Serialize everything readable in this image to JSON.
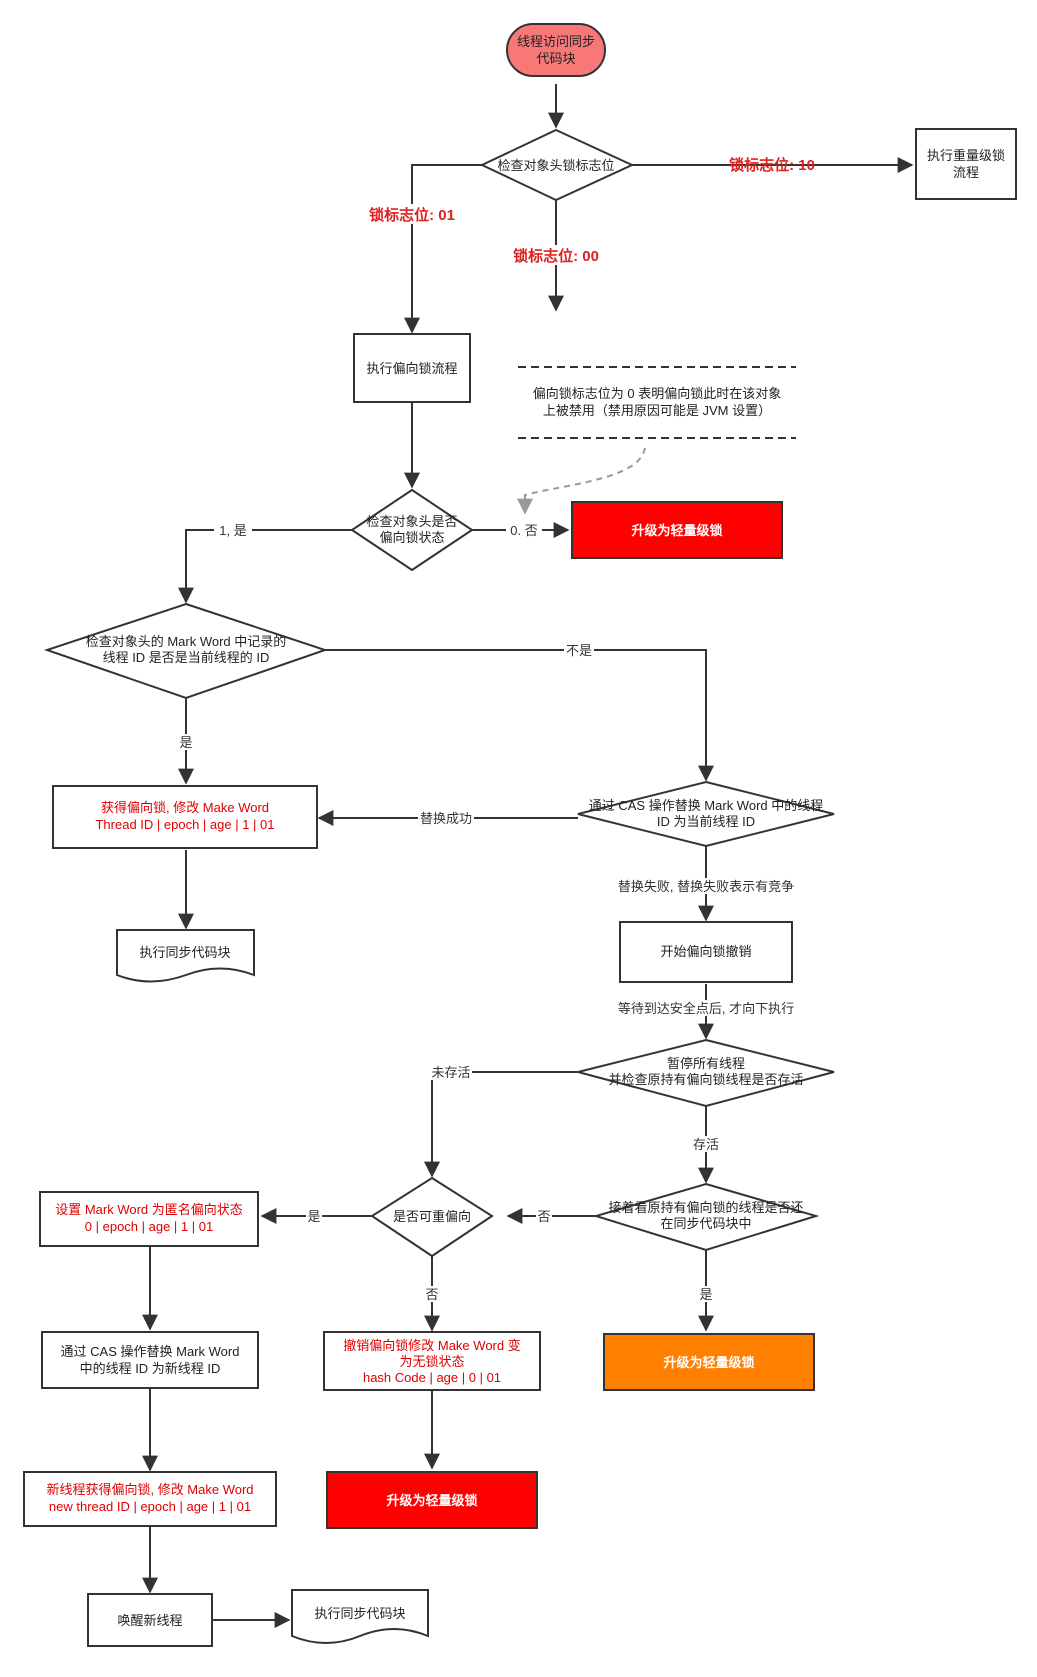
{
  "diagram": {
    "nodes": {
      "start": [
        "线程访问同步",
        "代码块"
      ],
      "check_flag": [
        "检查对象头锁标志位"
      ],
      "heavy": [
        "执行重量级锁",
        "流程"
      ],
      "biased_flow": [
        "执行偏向锁流程"
      ],
      "note": [
        "偏向锁标志位为 0 表明偏向锁此时在该对象",
        "上被禁用（禁用原因可能是 JVM 设置）"
      ],
      "check_biasable": [
        "检查对象头是否",
        "偏向锁状态"
      ],
      "upgrade_light_1": [
        "升级为轻量级锁"
      ],
      "check_thread_id": [
        "检查对象头的 Mark Word 中记录的",
        "线程 ID 是否是当前线程的 ID"
      ],
      "get_biased": [
        "获得偏向锁, 修改 Make Word",
        "Thread ID | epoch | age | 1 | 01"
      ],
      "cas_replace": [
        "通过 CAS 操作替换 Mark Word 中的线程",
        "ID 为当前线程 ID"
      ],
      "exec_sync_1": [
        "执行同步代码块"
      ],
      "revoke_start": [
        "开始偏向锁撤销"
      ],
      "pause_all": [
        "暂停所有线程",
        "并检查原持有偏向锁线程是否存活"
      ],
      "rebias_check": [
        "是否可重偏向"
      ],
      "still_in_sync": [
        "接着看原持有偏向锁的线程是否还",
        "在同步代码块中"
      ],
      "anon_biased": [
        "设置 Mark Word 为匿名偏向状态",
        "0 | epoch | age | 1 | 01"
      ],
      "revoke_modify": [
        "撤销偏向锁修改 Make Word 变",
        "为无锁状态",
        "hash Code |  age | 0 | 01"
      ],
      "upgrade_light_orange": [
        "升级为轻量级锁"
      ],
      "cas_new_thread": [
        "通过 CAS 操作替换 Mark Word",
        "中的线程 ID 为新线程 ID"
      ],
      "upgrade_light_2": [
        "升级为轻量级锁"
      ],
      "new_thread_biased": [
        "新线程获得偏向锁, 修改 Make Word",
        "new thread ID | epoch | age | 1 | 01"
      ],
      "wake_new": [
        "唤醒新线程"
      ],
      "exec_sync_2": [
        "执行同步代码块"
      ]
    },
    "edge_labels": {
      "flag10": "锁标志位: 10",
      "flag01": "锁标志位: 01",
      "flag00": "锁标志位: 00",
      "yes1": "1, 是",
      "no0": "0. 否",
      "not_is": "不是",
      "is": "是",
      "replace_ok": "替换成功",
      "replace_fail": "替换失败, 替换失败表示有竞争",
      "wait_safepoint": "等待到达安全点后, 才向下执行",
      "not_alive": "未存活",
      "alive": "存活",
      "rebias_yes": "是",
      "rebias_no": "否",
      "insync_no": "否",
      "insync_yes": "是"
    },
    "colors": {
      "start_fill": "#f87878",
      "red_fill": "#ff0000",
      "orange_fill": "#ff8000",
      "red_text": "#e00000"
    }
  }
}
